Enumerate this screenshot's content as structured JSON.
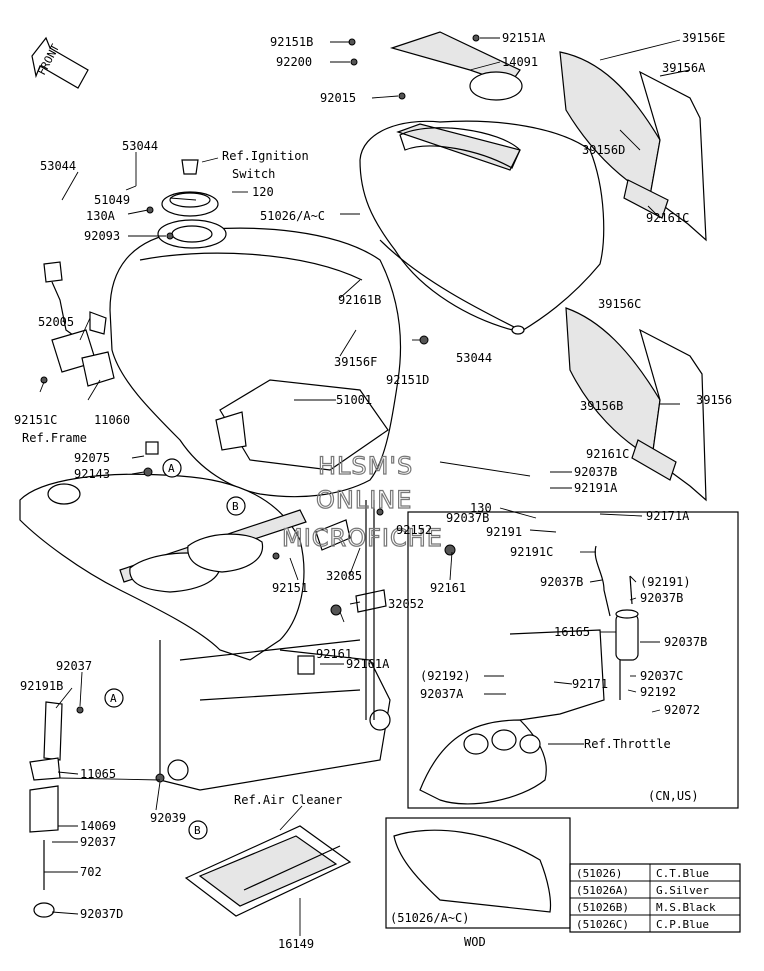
{
  "front_marker": "FRONT",
  "watermark": [
    "HLSM'S",
    "ONLINE",
    "MICROFICHE"
  ],
  "part_labels": {
    "p92151B": "92151B",
    "p92200": "92200",
    "p92151A": "92151A",
    "p14091": "14091",
    "p39156E": "39156E",
    "p39156A": "39156A",
    "p92015": "92015",
    "p53044a": "53044",
    "p53044b": "53044",
    "refIgnition1": "Ref.Ignition",
    "refIgnition2": "Switch",
    "p51049": "51049",
    "p120": "120",
    "p130A": "130A",
    "p51026AC": "51026/A~C",
    "p92093": "92093",
    "p39156D": "39156D",
    "p92161C_top": "92161C",
    "p92161B": "92161B",
    "p52005": "52005",
    "p39156C": "39156C",
    "p39156F": "39156F",
    "p53044c": "53044",
    "p92151D": "92151D",
    "p51001": "51001",
    "p92151C": "92151C",
    "p11060": "11060",
    "p39156B": "39156B",
    "p39156": "39156",
    "refFrame": "Ref.Frame",
    "p92075": "92075",
    "p92143": "92143",
    "p92161C_mid": "92161C",
    "p92037B_1": "92037B",
    "p92191A": "92191A",
    "p130": "130",
    "p92037B_2": "92037B",
    "p92152": "92152",
    "p92191": "92191",
    "p92171A": "92171A",
    "p92191C": "92191C",
    "p32085": "32085",
    "p92151": "92151",
    "p92161": "92161",
    "p92037B_3": "92037B",
    "p92191_paren": "(92191)",
    "p92037B_4": "92037B",
    "p32052": "32052",
    "p16165": "16165",
    "p92037B_5": "92037B",
    "p92161_b": "92161",
    "p92161A": "92161A",
    "p92037": "92037",
    "p92192_paren": "(92192)",
    "p92037C": "92037C",
    "p92191B": "92191B",
    "p92171": "92171",
    "p92192": "92192",
    "p92037A": "92037A",
    "p92072": "92072",
    "refThrottle": "Ref.Throttle",
    "p11065": "11065",
    "p92039": "92039",
    "refAirCleaner": "Ref.Air Cleaner",
    "p14069": "14069",
    "p92037_b": "92037",
    "cnus": "(CN,US)",
    "p702": "702",
    "p92037D": "92037D",
    "p16149": "16149",
    "p51026AC_box": "(51026/A~C)",
    "wod": "WOD"
  },
  "callouts": [
    "A",
    "B",
    "A",
    "B"
  ],
  "color_table": [
    {
      "code": "(51026)",
      "color": "C.T.Blue"
    },
    {
      "code": "(51026A)",
      "color": "G.Silver"
    },
    {
      "code": "(51026B)",
      "color": "M.S.Black"
    },
    {
      "code": "(51026C)",
      "color": "C.P.Blue"
    }
  ]
}
